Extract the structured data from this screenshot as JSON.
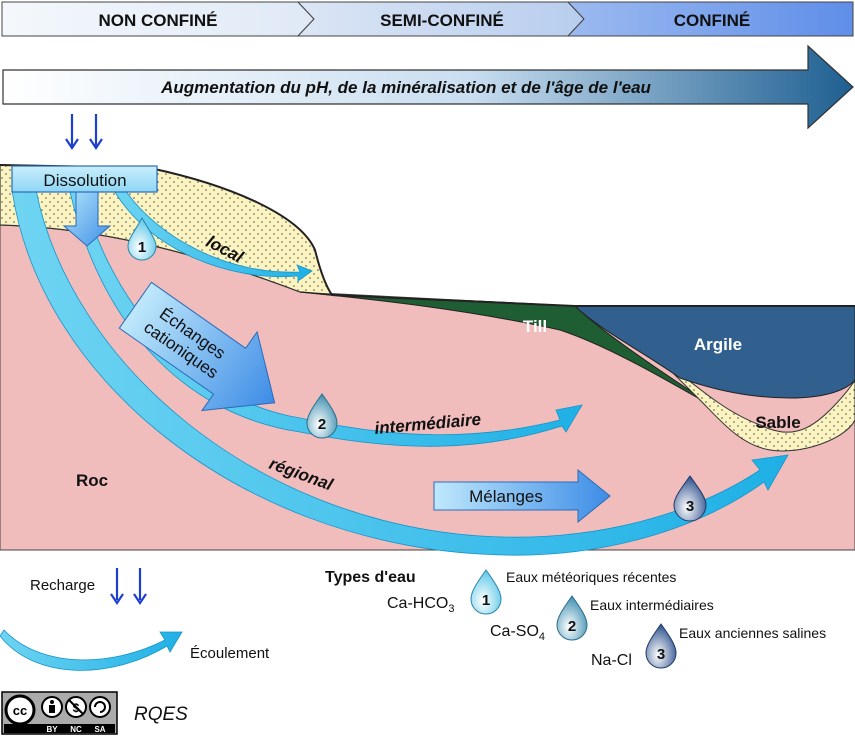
{
  "zones": [
    "NON CONFINÉ",
    "SEMI-CONFINÉ",
    "CONFINÉ"
  ],
  "trend": "Augmentation du pH, de la minéralisation et de l'âge de l'eau",
  "process": {
    "dissolution": "Dissolution",
    "exchange_line1": "Échanges",
    "exchange_line2": "cationiques",
    "mixing": "Mélanges"
  },
  "flows": {
    "local": "local",
    "intermediate": "intermédiaire",
    "regional": "régional"
  },
  "layers": {
    "till": "Till",
    "clay": "Argile",
    "sand": "Sable",
    "rock": "Roc"
  },
  "drops": [
    "1",
    "2",
    "3"
  ],
  "legend": {
    "recharge": "Recharge",
    "flow": "Écoulement",
    "types_title": "Types d'eau",
    "types": [
      {
        "formula": "Ca-HCO",
        "sub": "3",
        "label": "Eaux météoriques récentes",
        "num": "1"
      },
      {
        "formula": "Ca-SO",
        "sub": "4",
        "label": "Eaux intermédiaires",
        "num": "2"
      },
      {
        "formula": "Na-Cl",
        "sub": "",
        "label": "Eaux anciennes salines",
        "num": "3"
      }
    ]
  },
  "license": {
    "by": "BY",
    "nc": "NC",
    "sa": "SA",
    "credit": "RQES"
  },
  "colors": {
    "rock": "#f0bcbc",
    "sand": "#fbf3c0",
    "till": "#1f5e33",
    "clay": "#31608f",
    "flow": "#29b9e6",
    "drop1": "#5cc8e8",
    "drop2": "#3f8fb0",
    "drop3": "#2c4f8c"
  }
}
